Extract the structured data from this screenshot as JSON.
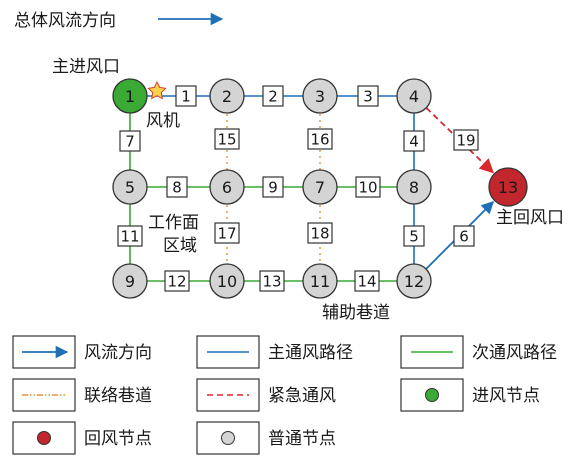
{
  "title": "总体风流方向",
  "colors": {
    "main_route": "#1f6fb8",
    "secondary_route": "#3aaa35",
    "link_roadway": "#e8913a",
    "emergency": "#d9272e",
    "intake_node": "#3aaa35",
    "return_node": "#c1272d",
    "normal_node": "#d4d4d4",
    "fan_star": "#f6d44a"
  },
  "labels": {
    "intake": "主进风口",
    "fan": "风机",
    "return": "主回风口",
    "work_area_line1": "工作面",
    "work_area_line2": "区域",
    "aux_roadway": "辅助巷道"
  },
  "nodes": [
    {
      "id": "1",
      "type": "intake"
    },
    {
      "id": "2",
      "type": "normal"
    },
    {
      "id": "3",
      "type": "normal"
    },
    {
      "id": "4",
      "type": "normal"
    },
    {
      "id": "5",
      "type": "normal"
    },
    {
      "id": "6",
      "type": "normal"
    },
    {
      "id": "7",
      "type": "normal"
    },
    {
      "id": "8",
      "type": "normal"
    },
    {
      "id": "9",
      "type": "normal"
    },
    {
      "id": "10",
      "type": "normal"
    },
    {
      "id": "11",
      "type": "normal"
    },
    {
      "id": "12",
      "type": "normal"
    },
    {
      "id": "13",
      "type": "return"
    }
  ],
  "edges": [
    {
      "id": "1",
      "from": "1",
      "to": "2",
      "kind": "main"
    },
    {
      "id": "2",
      "from": "2",
      "to": "3",
      "kind": "main"
    },
    {
      "id": "3",
      "from": "3",
      "to": "4",
      "kind": "main"
    },
    {
      "id": "4",
      "from": "4",
      "to": "8",
      "kind": "main"
    },
    {
      "id": "5",
      "from": "8",
      "to": "12",
      "kind": "main"
    },
    {
      "id": "6",
      "from": "12",
      "to": "13",
      "kind": "flow"
    },
    {
      "id": "7",
      "from": "1",
      "to": "5",
      "kind": "secondary"
    },
    {
      "id": "8",
      "from": "5",
      "to": "6",
      "kind": "secondary"
    },
    {
      "id": "9",
      "from": "6",
      "to": "7",
      "kind": "secondary"
    },
    {
      "id": "10",
      "from": "7",
      "to": "8",
      "kind": "secondary"
    },
    {
      "id": "11",
      "from": "5",
      "to": "9",
      "kind": "secondary"
    },
    {
      "id": "12",
      "from": "9",
      "to": "10",
      "kind": "secondary"
    },
    {
      "id": "13",
      "from": "10",
      "to": "11",
      "kind": "secondary"
    },
    {
      "id": "14",
      "from": "11",
      "to": "12",
      "kind": "secondary"
    },
    {
      "id": "15",
      "from": "2",
      "to": "6",
      "kind": "link"
    },
    {
      "id": "16",
      "from": "3",
      "to": "7",
      "kind": "link"
    },
    {
      "id": "17",
      "from": "6",
      "to": "10",
      "kind": "link"
    },
    {
      "id": "18",
      "from": "7",
      "to": "11",
      "kind": "link"
    },
    {
      "id": "19",
      "from": "4",
      "to": "13",
      "kind": "emergency"
    }
  ],
  "legend": [
    {
      "key": "flow",
      "label": "风流方向"
    },
    {
      "key": "main",
      "label": "主通风路径"
    },
    {
      "key": "secondary",
      "label": "次通风路径"
    },
    {
      "key": "link",
      "label": "联络巷道"
    },
    {
      "key": "emergency",
      "label": "紧急通风"
    },
    {
      "key": "intake_node",
      "label": "进风节点"
    },
    {
      "key": "return_node",
      "label": "回风节点"
    },
    {
      "key": "normal_node",
      "label": "普通节点"
    }
  ]
}
